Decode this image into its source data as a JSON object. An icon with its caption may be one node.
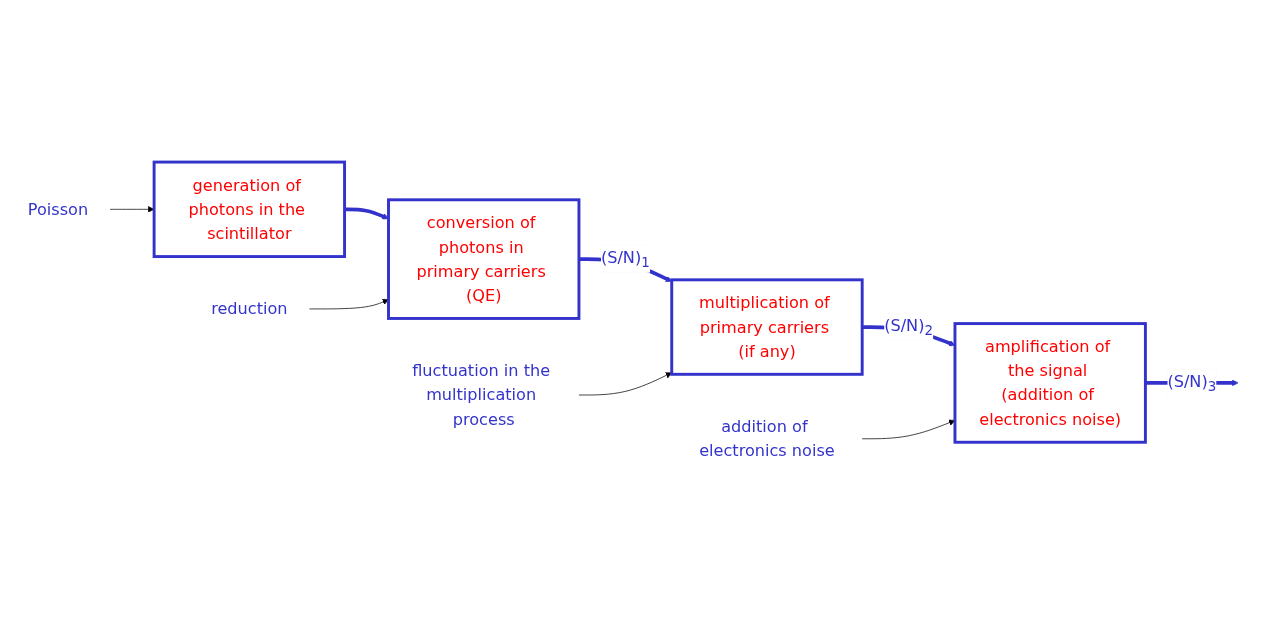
{
  "diagram": {
    "nodes": [
      {
        "text": [
          "generation of photons in the scintillator"
        ]
      },
      {
        "text": [
          "conversion of photons in primary carriers (QE)"
        ]
      },
      {
        "text": [
          "multiplication of primary carriers (if any)"
        ]
      },
      {
        "text": [
          "amplification of the signal (addition of electronics noise)"
        ]
      },
      {
        "text": [
          "Poisson"
        ]
      },
      {
        "text": [
          "reduction"
        ]
      },
      {
        "text": [
          "fluctuation in the multiplication process"
        ]
      },
      {
        "text": [
          "addition of electronics noise"
        ]
      }
    ],
    "edges": [
      {
        "from": 0,
        "to": 1,
        "arrow": "to",
        "style": "thick",
        "color": "#3333cc"
      },
      {
        "from": 1,
        "to": 2,
        "arrow": "to",
        "label": "(S/N)$_{1}$",
        "style": "thick",
        "color": "#3333cc"
      },
      {
        "from": 2,
        "to": 3,
        "arrow": "to",
        "label": "(S/N)$_{2}$",
        "style": "thick",
        "color": "#3333cc"
      },
      {
        "from": 3,
        "to": null,
        "arrow": "to",
        "label": "(S/N)$_{3}$",
        "style": "thick",
        "color": "#3333cc"
      },
      {
        "from": 4,
        "to": 0,
        "arrow": "to",
        "color": "#000000"
      },
      {
        "from": 5,
        "to": 1,
        "arrow": "to",
        "color": "#000000"
      },
      {
        "from": 6,
        "to": 2,
        "arrow": "to",
        "color": "#000000"
      },
      {
        "from": 7,
        "to": 3,
        "arrow": "to",
        "color": "#000000"
      }
    ]
  }
}
